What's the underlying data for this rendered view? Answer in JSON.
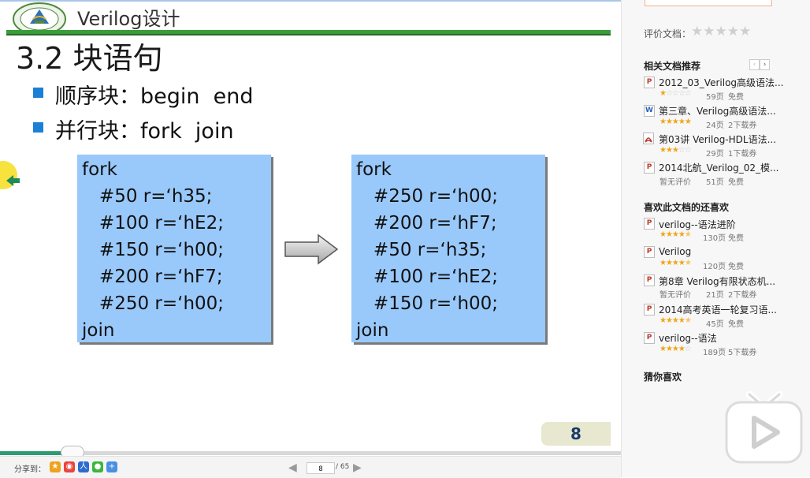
{
  "slide": {
    "header_title": "Verilog设计",
    "title": "3.2 块语句",
    "bullets": [
      "顺序块：begin  end",
      "并行块：fork  join"
    ],
    "left_box": [
      "fork",
      "   #50 r=‘h35;",
      "   #100 r=‘hE2;",
      "   #150 r=‘h00;",
      "   #200 r=‘hF7;",
      "   #250 r=‘h00;",
      "join"
    ],
    "right_box": [
      "fork",
      "   #250 r=‘h00;",
      "   #200 r=‘hF7;",
      "   #50 r=‘h35;",
      "   #100 r=‘hE2;",
      "   #150 r=‘h00;",
      "join"
    ],
    "page_number": "8",
    "box_color": "#99c9fb",
    "accent_green": "#3a9c3a",
    "bullet_color": "#1b7fd6"
  },
  "toolbar": {
    "share_label": "分享到：",
    "share_icons": [
      "qzone-icon",
      "weibo-icon",
      "renren-icon",
      "wechat-icon",
      "more-share-icon"
    ],
    "current_page": "8",
    "total_pages": "/ 65",
    "progress": 0.11
  },
  "sidebar": {
    "rating_label": "评价文档：",
    "related_title": "相关文档推荐",
    "related": [
      {
        "type": "P",
        "title": "2012_03_Verilog高级语法...",
        "stars": 1,
        "pages": "59页",
        "price": "免费"
      },
      {
        "type": "W",
        "title": "第三章、Verilog高级语法...",
        "stars": 5,
        "pages": "24页",
        "price": "2下载券"
      },
      {
        "type": "PDF",
        "title": "第03讲 Verilog-HDL语法...",
        "stars": 3,
        "pages": "29页",
        "price": "1下载券"
      },
      {
        "type": "P",
        "title": "2014北航_Verilog_02_模...",
        "stars_text": "暂无评价",
        "pages": "51页",
        "price": "免费"
      }
    ],
    "liked_title": "喜欢此文档的还喜欢",
    "liked": [
      {
        "type": "P",
        "title": "verilog--语法进阶",
        "stars": 4.5,
        "pages": "130页",
        "price": "免费"
      },
      {
        "type": "P",
        "title": "Verilog",
        "stars": 4.5,
        "pages": "120页",
        "price": "免费"
      },
      {
        "type": "P",
        "title": "第8章 Verilog有限状态机...",
        "stars_text": "暂无评价",
        "pages": "21页",
        "price": "2下载券"
      },
      {
        "type": "P",
        "title": "2014高考英语一轮复习语...",
        "stars": 4.5,
        "pages": "45页",
        "price": "免费"
      },
      {
        "type": "P",
        "title": "verilog--语法",
        "stars": 4,
        "pages": "189页",
        "price": "5下载券"
      }
    ],
    "guess_title": "猜你喜欢"
  }
}
